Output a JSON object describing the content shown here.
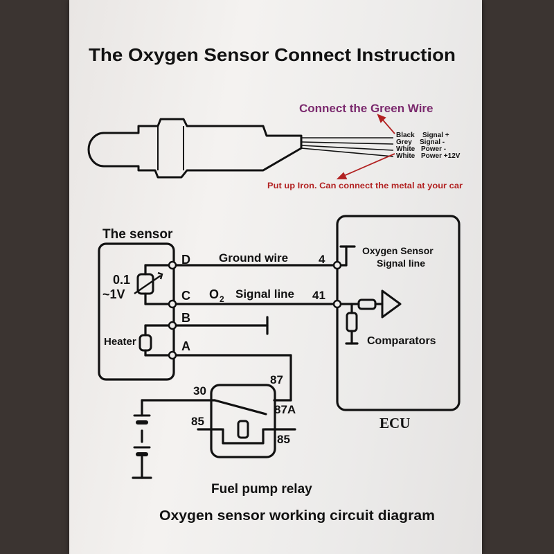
{
  "title": "The Oxygen Sensor Connect Instruction",
  "connect_note": "Connect the Green Wire",
  "wires": [
    {
      "color_label": "Black",
      "function": "Signal +"
    },
    {
      "color_label": "Grey",
      "function": "Signal -"
    },
    {
      "color_label": "White",
      "function": "Power -"
    },
    {
      "color_label": "White",
      "function": "Power +12V"
    }
  ],
  "iron_note": "Put up Iron. Can connect the metal at your car",
  "sensor": {
    "title": "The sensor",
    "voltage_line1": "0.1",
    "voltage_line2": "~1V",
    "heater": "Heater",
    "pins": {
      "d": "D",
      "c": "C",
      "b": "B",
      "a": "A"
    }
  },
  "lines": {
    "ground_wire": "Ground wire",
    "signal_o": "O",
    "signal_sub": "2",
    "signal_rest": "Signal line",
    "pin_4": "4",
    "pin_41": "41"
  },
  "ecu": {
    "label": "ECU",
    "o2_line1": "Oxygen Sensor",
    "o2_line2": "Signal line",
    "comparators": "Comparators"
  },
  "relay": {
    "p30": "30",
    "p87": "87",
    "p87a": "87A",
    "p85_left": "85",
    "p85_right": "85",
    "name": "Fuel pump relay"
  },
  "caption": "Oxygen sensor working circuit diagram",
  "colors": {
    "ink": "#111111",
    "purple": "#7b2a6e",
    "red": "#b22222",
    "paper": "#f0eeec"
  }
}
